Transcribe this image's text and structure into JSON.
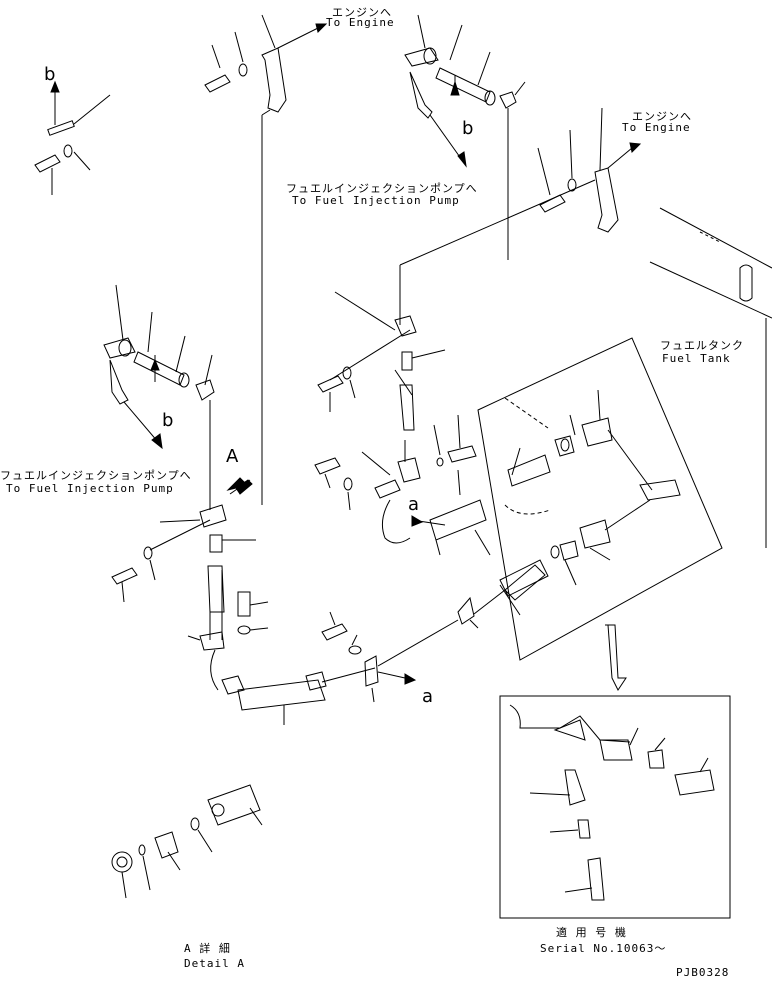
{
  "labels": {
    "engine_jp_1": "エンジンへ",
    "engine_en_1": "To Engine",
    "engine_jp_2": "エンジンへ",
    "engine_en_2": "To Engine",
    "pump_jp_1": "フュエルインジェクションポンプへ",
    "pump_en_1": "To Fuel Injection Pump",
    "pump_jp_2": "フュエルインジェクションポンプへ",
    "pump_en_2": "To Fuel Injection Pump",
    "tank_jp": "フュエルタンク",
    "tank_en": "Fuel Tank",
    "detail_jp": "A 詳 細",
    "detail_en": "Detail A",
    "serial_jp": "適 用 号 機",
    "serial_en": "Serial No.10063～",
    "drawing_code": "PJB0328"
  },
  "callouts": {
    "b_top_left": "b",
    "b_top_center": "b",
    "b_left_mid": "b",
    "A_view": "A",
    "a_center": "a",
    "a_bottom": "a"
  }
}
